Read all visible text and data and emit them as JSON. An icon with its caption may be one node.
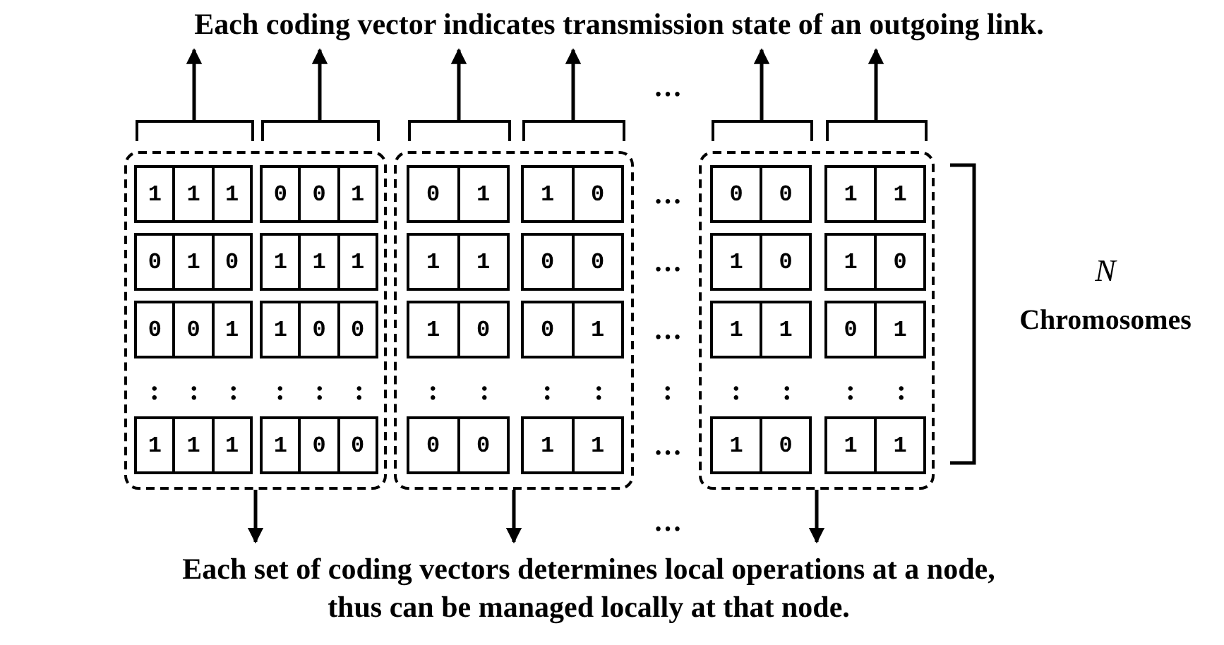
{
  "diagram": {
    "nodes": [
      {
        "text": [
          "Each coding vector indicates transmission state of an outgoing link."
        ]
      },
      {
        "text": [],
        "shape": "box"
      },
      {
        "text": [
          "1",
          "1",
          "1"
        ],
        "in": 1
      },
      {
        "text": [
          "0",
          "0",
          "1"
        ],
        "in": 1
      },
      {
        "text": [
          "0",
          "1",
          "0"
        ],
        "in": 1
      },
      {
        "text": [
          "1",
          "1",
          "1"
        ],
        "in": 1
      },
      {
        "text": [
          "0",
          "0",
          "1"
        ],
        "in": 1
      },
      {
        "text": [
          "1",
          "0",
          "0"
        ],
        "in": 1
      },
      {
        "text": [
          "1",
          "1",
          "1"
        ],
        "in": 1
      },
      {
        "text": [
          "1",
          "0",
          "0"
        ],
        "in": 1
      },
      {
        "text": [],
        "shape": "box"
      },
      {
        "text": [
          "0",
          "1"
        ],
        "in": 10
      },
      {
        "text": [
          "1",
          "0"
        ],
        "in": 10
      },
      {
        "text": [
          "1",
          "1"
        ],
        "in": 10
      },
      {
        "text": [
          "0",
          "0"
        ],
        "in": 10
      },
      {
        "text": [
          "1",
          "0"
        ],
        "in": 10
      },
      {
        "text": [
          "0",
          "1"
        ],
        "in": 10
      },
      {
        "text": [
          "0",
          "0"
        ],
        "in": 10
      },
      {
        "text": [
          "1",
          "1"
        ],
        "in": 10
      },
      {
        "text": [],
        "shape": "box"
      },
      {
        "text": [
          "0",
          "0"
        ],
        "in": 19
      },
      {
        "text": [
          "1",
          "1"
        ],
        "in": 19
      },
      {
        "text": [
          "1",
          "0"
        ],
        "in": 19
      },
      {
        "text": [
          "1",
          "0"
        ],
        "in": 19
      },
      {
        "text": [
          "1",
          "1"
        ],
        "in": 19
      },
      {
        "text": [
          "0",
          "1"
        ],
        "in": 19
      },
      {
        "text": [
          "1",
          "0"
        ],
        "in": 19
      },
      {
        "text": [
          "1",
          "1"
        ],
        "in": 19
      },
      {
        "text": [
          "Each set of coding vectors determines local operations at a node, thus can be managed locally at that node."
        ]
      },
      {
        "text": [],
        "shape": "bracket"
      },
      {
        "text": [],
        "shape": "bracket"
      },
      {
        "text": [],
        "shape": "bracket"
      },
      {
        "text": [],
        "shape": "bracket"
      },
      {
        "text": [],
        "shape": "bracket"
      },
      {
        "text": [],
        "shape": "bracket"
      }
    ],
    "edges": [
      {
        "from": 29,
        "to": 0,
        "arrow": "to"
      },
      {
        "from": 30,
        "to": 0,
        "arrow": "to"
      },
      {
        "from": 31,
        "to": 0,
        "arrow": "to"
      },
      {
        "from": 32,
        "to": 0,
        "arrow": "to"
      },
      {
        "from": 33,
        "to": 0,
        "arrow": "to"
      },
      {
        "from": 34,
        "to": 0,
        "arrow": "to"
      },
      {
        "from": 1,
        "to": 28,
        "arrow": "to"
      },
      {
        "from": 10,
        "to": 28,
        "arrow": "to"
      },
      {
        "from": 19,
        "to": 28,
        "arrow": "to"
      }
    ],
    "labels": [
      "…",
      "…",
      "…",
      "…",
      ":",
      ":",
      ":",
      ":",
      ":",
      ":",
      ":",
      ":",
      ":",
      ":",
      ":",
      ":",
      ":",
      ":",
      ":",
      "…",
      "…",
      "N",
      "Chromosomes"
    ]
  }
}
